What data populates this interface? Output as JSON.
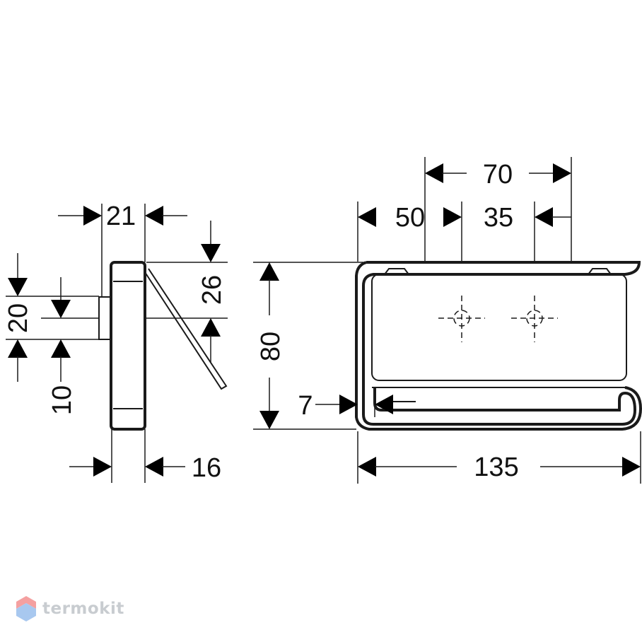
{
  "watermark": {
    "text": "termokit",
    "color": "#c8ccd0",
    "logo_colors": [
      "#f08080",
      "#87b4e8"
    ]
  },
  "dimensions": {
    "side_width_top": "21",
    "side_depth_bottom": "16",
    "side_offset_20": "20",
    "side_offset_10": "10",
    "side_height_26": "26",
    "front_height": "80",
    "front_width": "135",
    "front_holes_spacing": "70",
    "front_left_to_hole": "50",
    "front_right_to_hole": "35",
    "front_bar_gap": "7"
  }
}
